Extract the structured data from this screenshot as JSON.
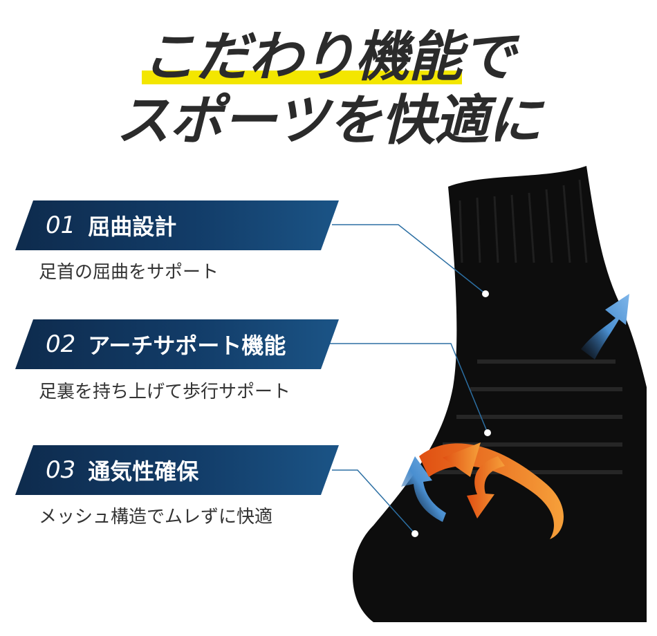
{
  "headline": {
    "line1_highlight": "こだわり機能",
    "line1_rest": "で",
    "line2": "スポーツを快適に"
  },
  "features": [
    {
      "num": "01",
      "title": "屈曲設計",
      "desc": "足首の屈曲をサポート"
    },
    {
      "num": "02",
      "title": "アーチサポート機能",
      "desc": "足裏を持ち上げて歩行サポート"
    },
    {
      "num": "03",
      "title": "通気性確保",
      "desc": "メッシュ構造でムレずに快適"
    }
  ],
  "colors": {
    "banner": "#123c68",
    "highlight": "#f3e600",
    "headline": "#2b2b2b",
    "sock": "#0d0d0d",
    "callout_line": "#2c6fa3",
    "arrow_blue": "#4a8fd0",
    "arrow_orange": "#f07a1a"
  },
  "icons": [
    "airflow-arrow-icon",
    "support-arrow-icon"
  ]
}
